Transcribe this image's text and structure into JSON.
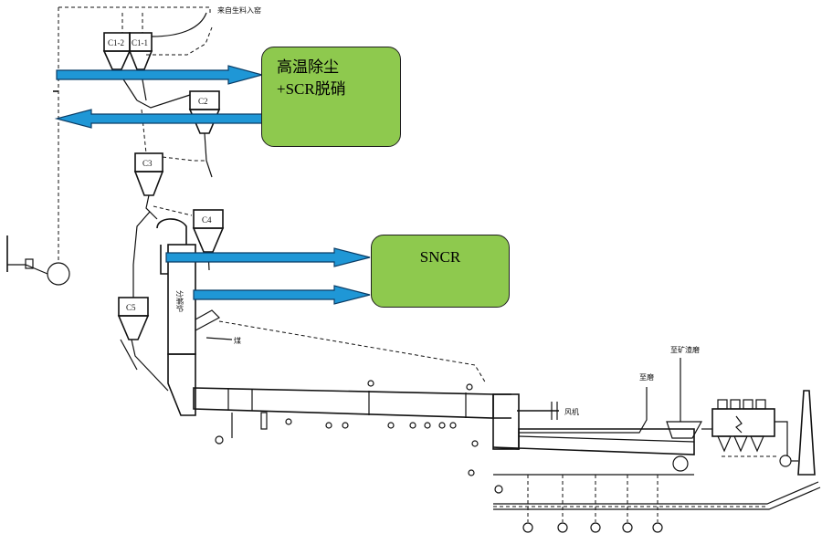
{
  "boxes": {
    "scr": {
      "line1": "高温除尘",
      "line2": "+SCR脱硝"
    },
    "sncr": {
      "label": "SNCR"
    }
  },
  "labels": {
    "raw_feed": "来自生料入窑",
    "c1a": "C1-2",
    "c1b": "C1-1",
    "c2": "C2",
    "c3": "C3",
    "c4": "C4",
    "c5": "C5",
    "calciner": "分解炉",
    "coal": "煤",
    "fan": "风机",
    "to_mill": "至磨",
    "to_raw_mill": "至矿渣磨"
  },
  "colors": {
    "arrow_fill": "#1f97d6",
    "arrow_stroke": "#0b3d66",
    "box_fill": "#8ec94e"
  }
}
